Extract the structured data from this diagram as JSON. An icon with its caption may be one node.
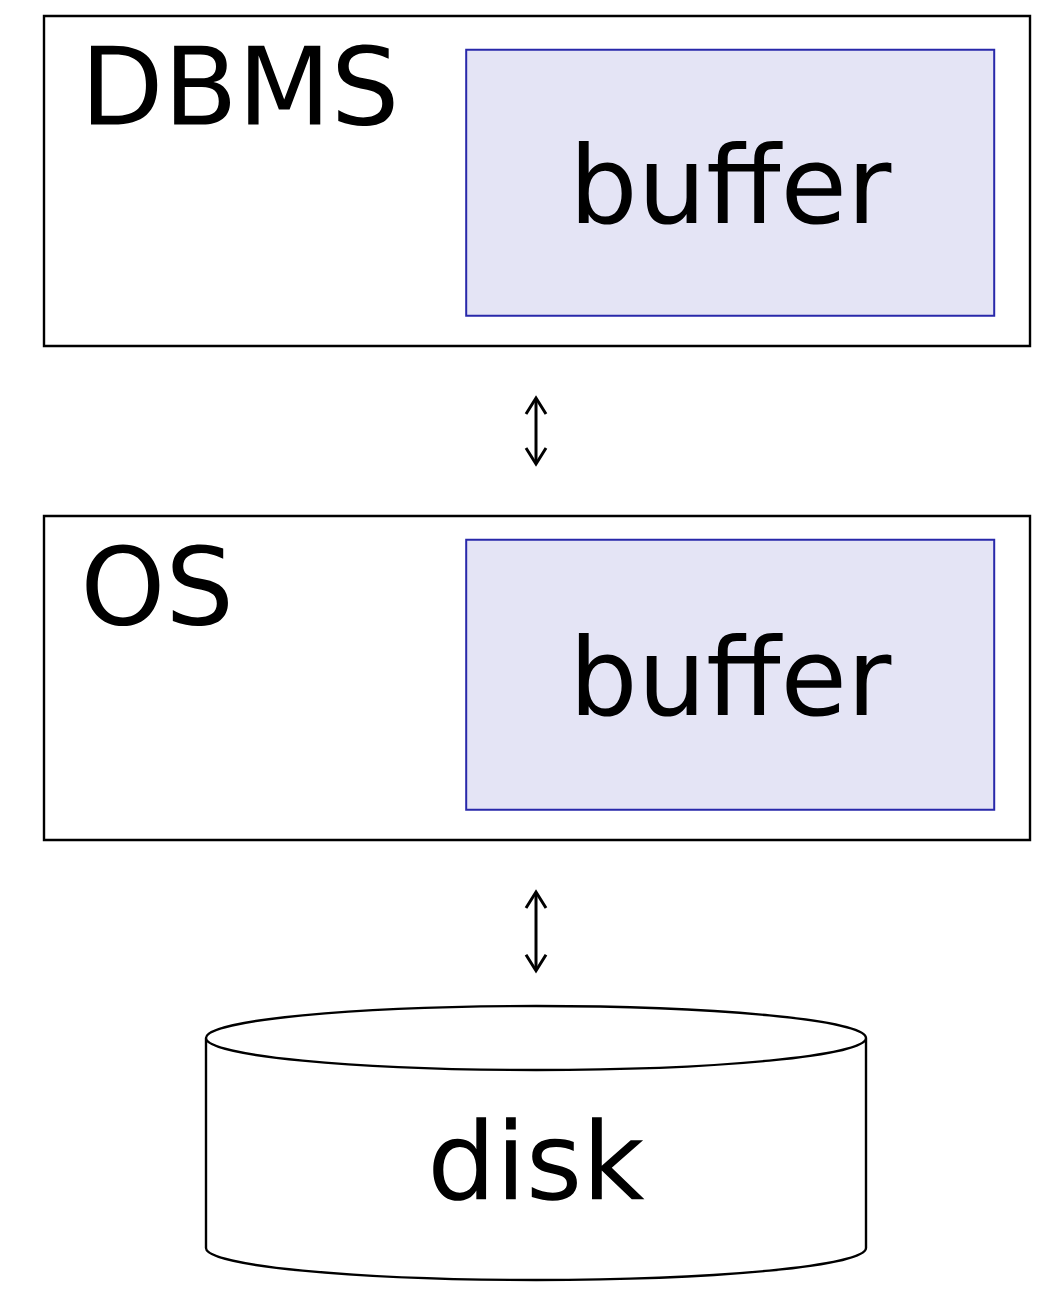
{
  "diagram": {
    "nodes": [
      {
        "text": [
          "DBMS"
        ]
      },
      {
        "text": [
          "buffer"
        ],
        "in": 0
      },
      {
        "text": [
          "OS"
        ]
      },
      {
        "text": [
          "buffer"
        ],
        "in": 2
      },
      {
        "text": [
          "disk"
        ]
      }
    ],
    "edges": [
      {
        "from": 0,
        "to": 2,
        "arrow": "both"
      },
      {
        "from": 2,
        "to": 4,
        "arrow": "both"
      }
    ]
  }
}
